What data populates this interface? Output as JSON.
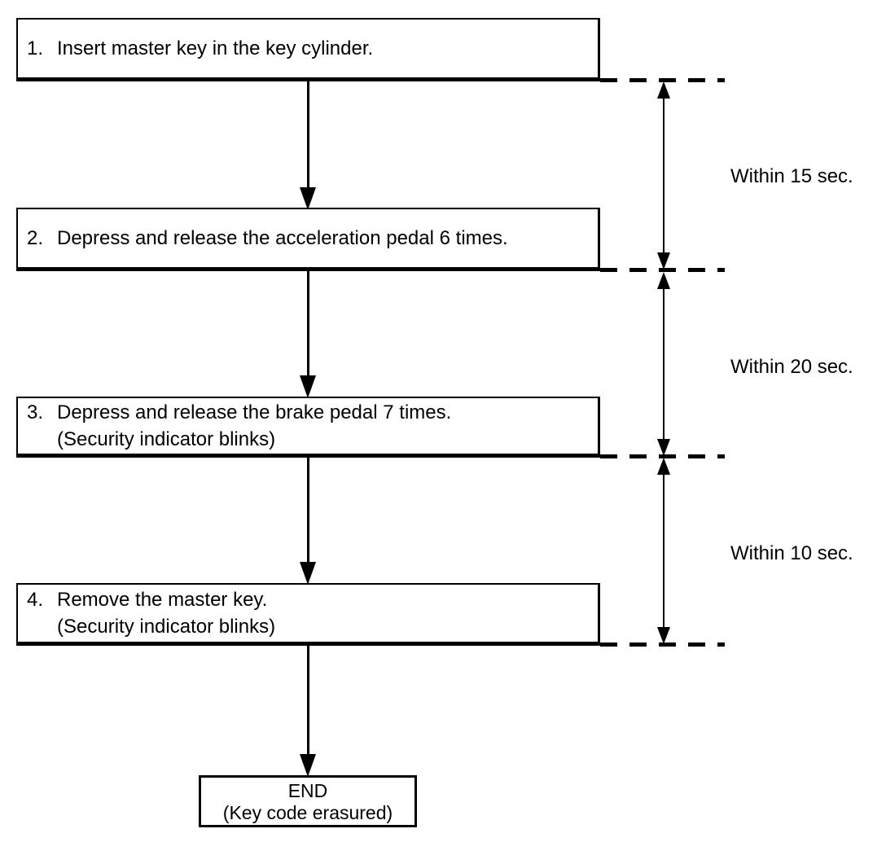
{
  "diagram": {
    "title_hint": "Key code erasure procedure flowchart",
    "steps": [
      {
        "number": "1.",
        "lines": [
          "Insert master key in the key cylinder."
        ]
      },
      {
        "number": "2.",
        "lines": [
          "Depress and release the acceleration pedal 6 times."
        ]
      },
      {
        "number": "3.",
        "lines": [
          "Depress and release the brake pedal 7 times.",
          "(Security indicator blinks)"
        ]
      },
      {
        "number": "4.",
        "lines": [
          "Remove the master key.",
          "(Security indicator blinks)"
        ]
      }
    ],
    "end_box": {
      "title": "END",
      "subtitle": "(Key code erasured)"
    },
    "timing_labels": [
      "Within 15 sec.",
      "Within 20 sec.",
      "Within 10 sec."
    ],
    "colors": {
      "line": "#000000",
      "background": "#ffffff"
    }
  }
}
